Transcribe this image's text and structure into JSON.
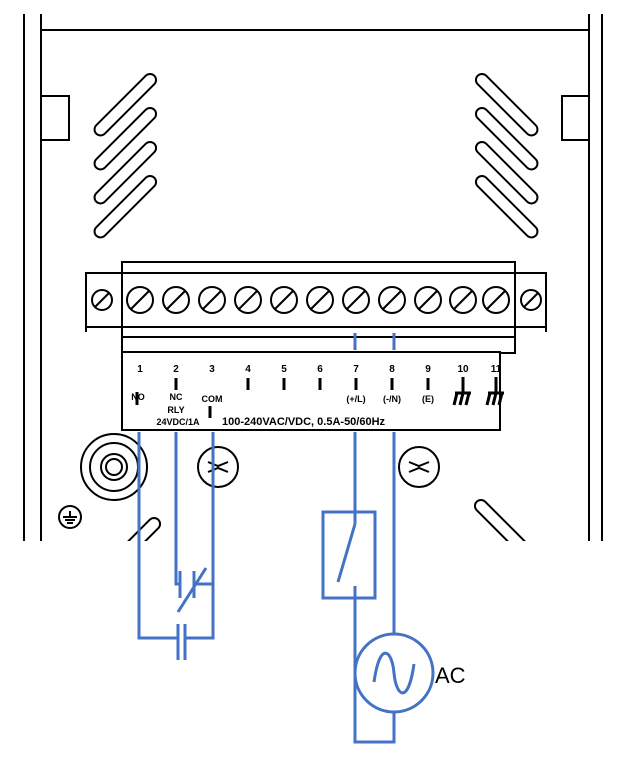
{
  "terminals": [
    {
      "num": "1",
      "label": "NO"
    },
    {
      "num": "2",
      "label": "NC"
    },
    {
      "num": "3",
      "label": "COM"
    },
    {
      "num": "4",
      "label": ""
    },
    {
      "num": "5",
      "label": ""
    },
    {
      "num": "6",
      "label": ""
    },
    {
      "num": "7",
      "label": "(+/L)"
    },
    {
      "num": "8",
      "label": "(-/N)"
    },
    {
      "num": "9",
      "label": "(E)"
    },
    {
      "num": "10",
      "label": ""
    },
    {
      "num": "11",
      "label": ""
    }
  ],
  "relay_label": "RLY",
  "relay_rating": "24VDC/1A",
  "power_rating": "100-240VAC/VDC, 0.5A-50/60Hz",
  "source_label": "AC",
  "colors": {
    "wire": "#4472c4",
    "outline": "#000000",
    "fill": "#ffffff"
  },
  "icons": [
    "screw-terminal-icon",
    "earth-ground-icon",
    "switch-icon",
    "ac-source-icon",
    "relay-contact-icon"
  ]
}
